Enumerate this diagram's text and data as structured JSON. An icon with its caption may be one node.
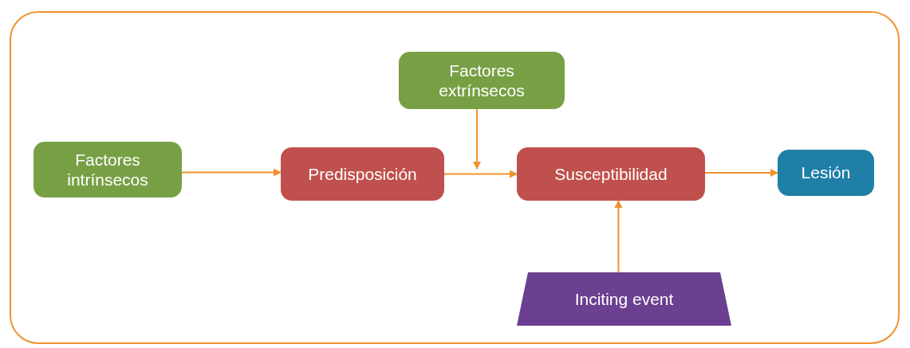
{
  "diagram": {
    "nodes": [
      {
        "text": [],
        "shape": "box"
      },
      {
        "text": [
          "Factores extrínsecos"
        ],
        "in": 0
      },
      {
        "text": [
          "Factores intrínsecos"
        ],
        "in": 0
      },
      {
        "text": [
          "Predisposición"
        ],
        "in": 0
      },
      {
        "text": [
          "Susceptibilidad"
        ],
        "in": 0
      },
      {
        "text": [
          "Lesión"
        ],
        "in": 0
      },
      {
        "text": [
          "Inciting event"
        ],
        "in": 0
      }
    ],
    "edges": [
      {
        "from": 2,
        "to": 3,
        "arrow": "to"
      },
      {
        "from": 3,
        "to": 4,
        "arrow": "to"
      },
      {
        "from": 1,
        "to": null,
        "arrow": "to"
      },
      {
        "from": 4,
        "to": 5,
        "arrow": "to"
      },
      {
        "from": 6,
        "to": 4,
        "arrow": "to"
      }
    ]
  }
}
